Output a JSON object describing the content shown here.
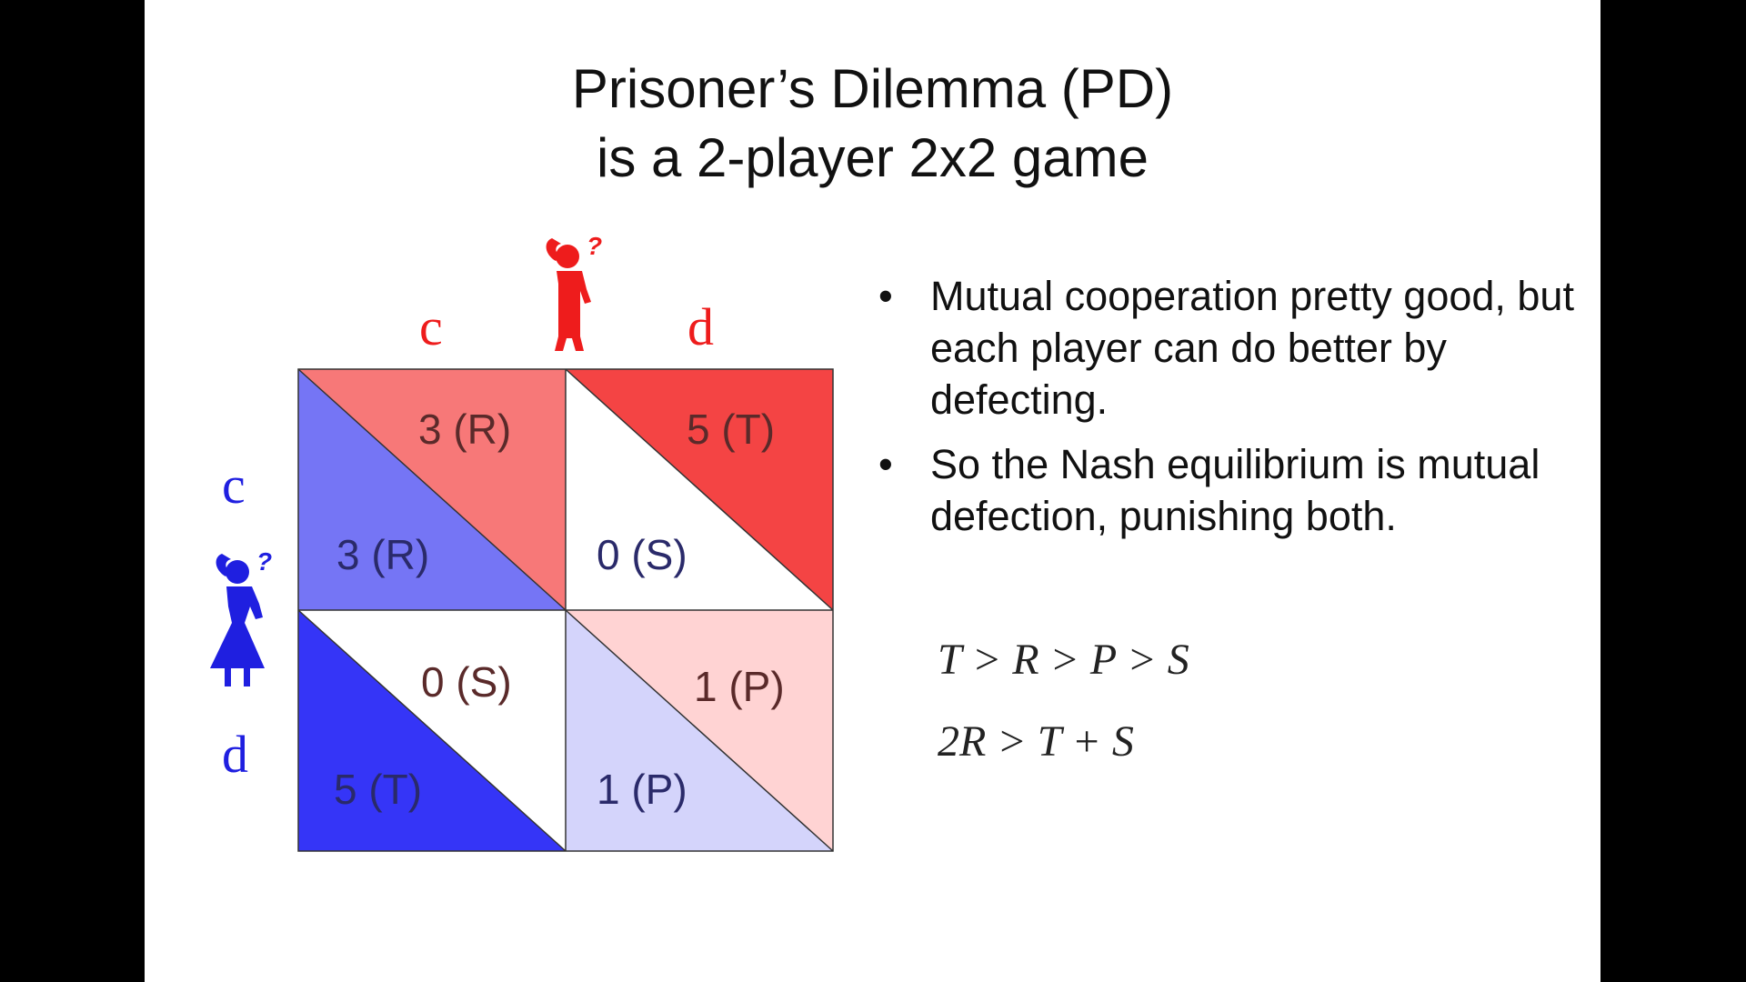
{
  "title": {
    "line1": "Prisoner’s Dilemma (PD)",
    "line2": "is a 2-player 2x2 game"
  },
  "strategies": {
    "column": [
      "c",
      "d"
    ],
    "row": [
      "c",
      "d"
    ]
  },
  "players": {
    "column": {
      "icon": "red-thinking-player-icon",
      "mark": "?",
      "color": "#ee1c1c"
    },
    "row": {
      "icon": "blue-thinking-player-icon",
      "mark": "?",
      "color": "#1f1fe0"
    }
  },
  "payoffs": {
    "cc": {
      "column": "3 (R)",
      "row": "3 (R)"
    },
    "cd": {
      "column": "5 (T)",
      "row": "0 (S)"
    },
    "dc": {
      "column": "0 (S)",
      "row": "5 (T)"
    },
    "dd": {
      "column": "1 (P)",
      "row": "1 (P)"
    }
  },
  "colors": {
    "cc_upper": "#f77878",
    "cc_lower": "#7575f5",
    "cd_upper": "#f44444",
    "cd_lower": "#ffffff",
    "dc_upper": "#ffffff",
    "dc_lower": "#3535f7",
    "dd_upper": "#ffd3d3",
    "dd_lower": "#d4d4fb",
    "column_text": "#5a2a2a",
    "row_text": "#2a2a6a"
  },
  "bullets": [
    {
      "mark": "•",
      "text": "Mutual cooperation pretty good, but each player can do better by defecting."
    },
    {
      "mark": "•",
      "text": "So the Nash equilibrium  is mutual defection, punishing both."
    }
  ],
  "equations": [
    "T > R > P > S",
    "2R > T + S"
  ]
}
